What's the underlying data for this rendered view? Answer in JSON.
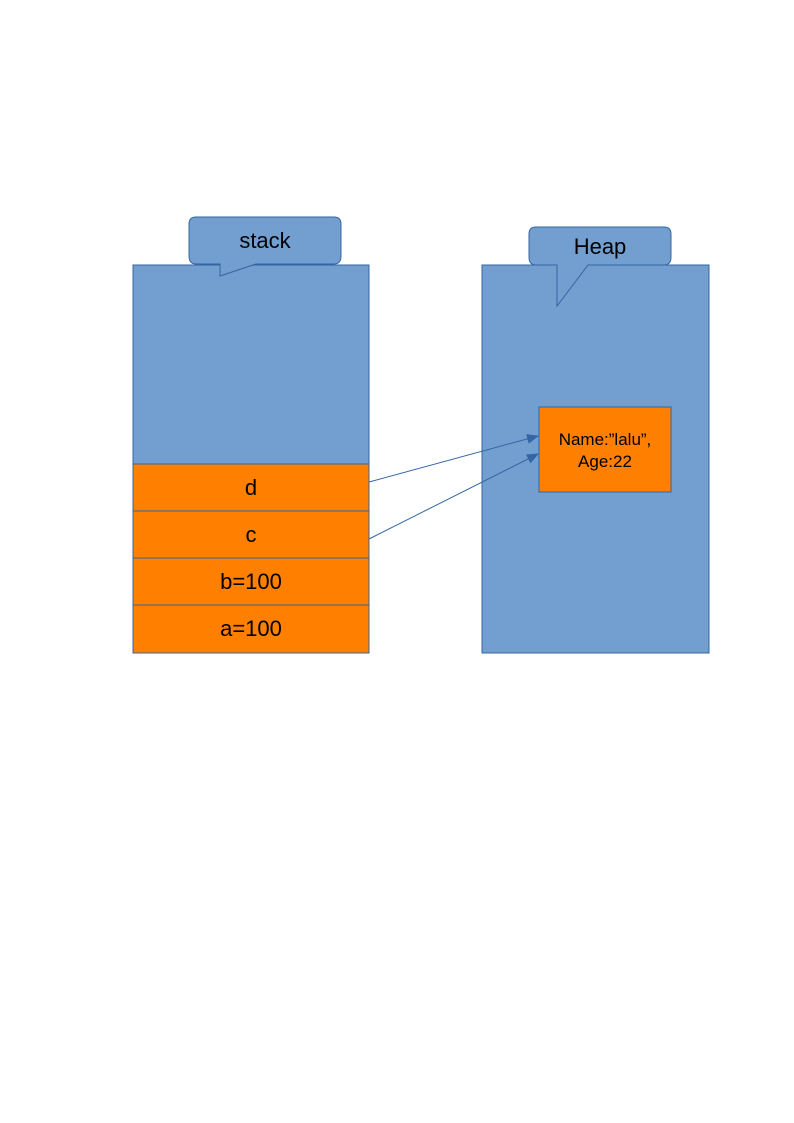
{
  "colors": {
    "panel_fill": "#729fcf",
    "panel_stroke": "#3465a4",
    "cell_fill": "#ff8000",
    "text": "#000000",
    "arrow": "#3465a4"
  },
  "stack": {
    "title": "stack",
    "cells": [
      {
        "label": "d"
      },
      {
        "label": "c"
      },
      {
        "label": "b=100"
      },
      {
        "label": "a=100"
      }
    ]
  },
  "heap": {
    "title": "Heap",
    "object": {
      "line1": "Name:”lalu”,",
      "line2": "Age:22"
    }
  }
}
